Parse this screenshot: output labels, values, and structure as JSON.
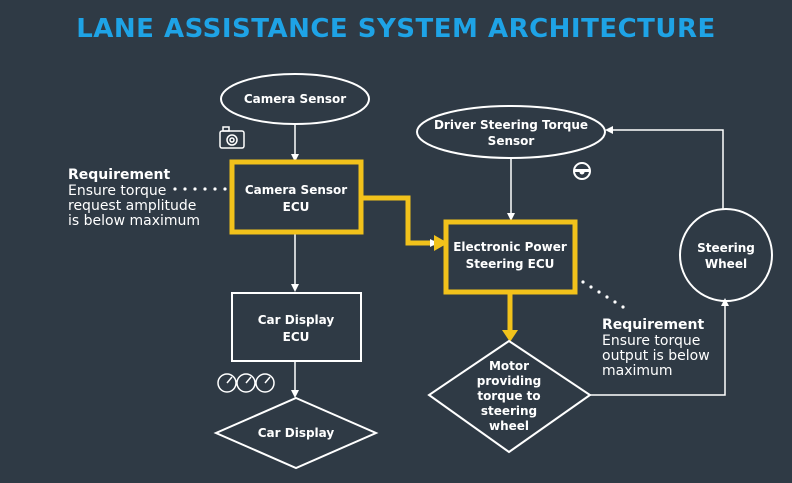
{
  "title": "LANE ASSISTANCE SYSTEM ARCHITECTURE",
  "nodes": {
    "camera_sensor": "Camera Sensor",
    "camera_sensor_ecu": [
      "Camera Sensor",
      "ECU"
    ],
    "car_display_ecu": [
      "Car Display",
      "ECU"
    ],
    "car_display": "Car Display",
    "driver_torque_sensor": [
      "Driver Steering Torque",
      "Sensor"
    ],
    "eps_ecu": [
      "Electronic Power",
      "Steering ECU"
    ],
    "motor": [
      "Motor",
      "providing",
      "torque to",
      "steering",
      "wheel"
    ],
    "steering_wheel": [
      "Steering",
      "Wheel"
    ]
  },
  "requirements": [
    {
      "title": "Requirement",
      "lines": [
        "Ensure torque",
        "request amplitude",
        "is below maximum"
      ]
    },
    {
      "title": "Requirement",
      "lines": [
        "Ensure torque",
        "output is below",
        "maximum"
      ]
    }
  ],
  "icons": [
    "camera-icon",
    "steering-wheel-icon",
    "gauges-icon"
  ],
  "colors": {
    "background": "#2f3a45",
    "title": "#1ea3e6",
    "highlight": "#f2c21b",
    "stroke": "#ffffff"
  }
}
